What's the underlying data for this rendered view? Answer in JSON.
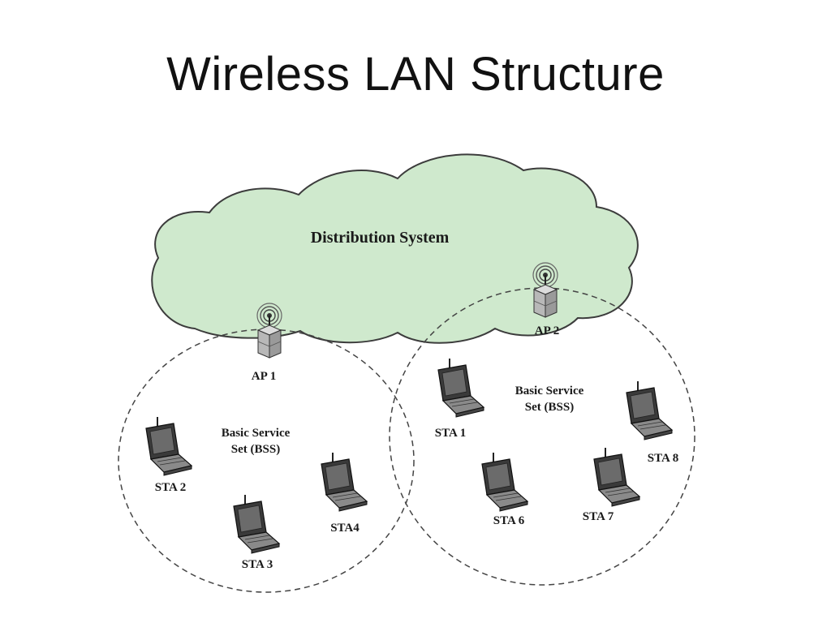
{
  "title": "Wireless LAN Structure",
  "distribution_system": {
    "label": "Distribution System",
    "fill_color": "#cfe9cd"
  },
  "access_points": [
    {
      "id": "ap1",
      "label": "AP 1"
    },
    {
      "id": "ap2",
      "label": "AP 2"
    }
  ],
  "bss": [
    {
      "id": "bss1",
      "label_line1": "Basic Service",
      "label_line2": "Set (BSS)"
    },
    {
      "id": "bss2",
      "label_line1": "Basic Service",
      "label_line2": "Set (BSS)"
    }
  ],
  "stations": [
    {
      "id": "sta1",
      "label": "STA 1"
    },
    {
      "id": "sta2",
      "label": "STA 2"
    },
    {
      "id": "sta3",
      "label": "STA 3"
    },
    {
      "id": "sta4",
      "label": "STA4"
    },
    {
      "id": "sta6",
      "label": "STA 6"
    },
    {
      "id": "sta7",
      "label": "STA 7"
    },
    {
      "id": "sta8",
      "label": "STA 8"
    }
  ]
}
